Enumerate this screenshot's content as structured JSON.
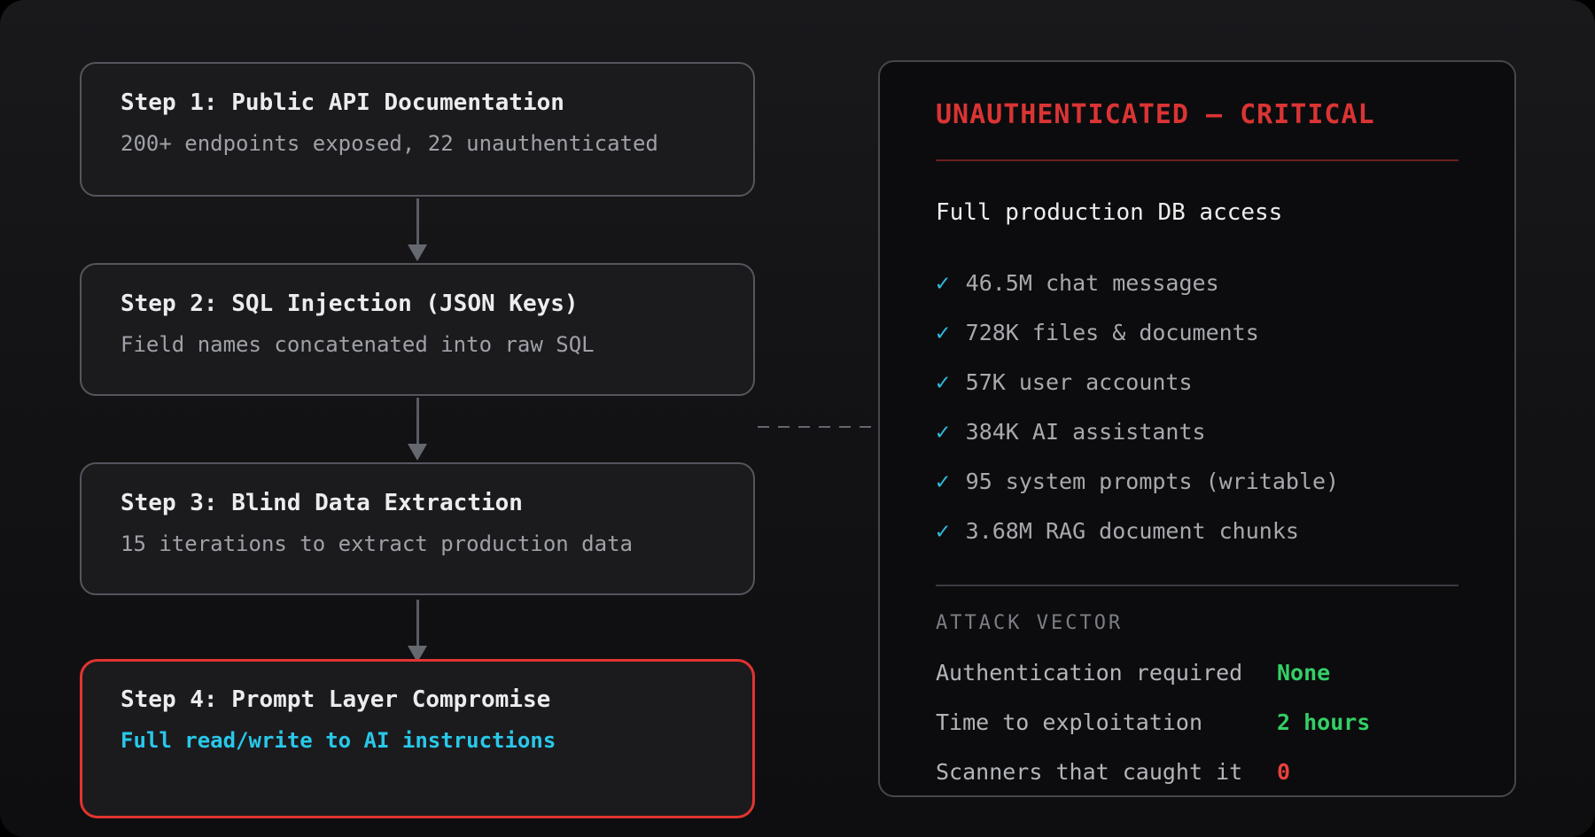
{
  "colors": {
    "accent-red": "#e23430",
    "title-red": "#da3434",
    "cyan": "#29c8ea",
    "check-cyan": "#2fbbdd",
    "green": "#34cf66",
    "value-red": "#e8413d"
  },
  "flow": {
    "steps": [
      {
        "title": "Step 1: Public API Documentation",
        "subtitle": "200+ endpoints exposed, 22 unauthenticated"
      },
      {
        "title": "Step 2: SQL Injection (JSON Keys)",
        "subtitle": "Field names concatenated into raw SQL"
      },
      {
        "title": "Step 3: Blind Data Extraction",
        "subtitle": "15 iterations to extract production data"
      },
      {
        "title": "Step 4: Prompt Layer Compromise",
        "subtitle": "Full read/write to AI instructions"
      }
    ]
  },
  "panel": {
    "title": "UNAUTHENTICATED — CRITICAL",
    "heading": "Full production DB access",
    "check_glyph": "✓",
    "checklist": [
      "46.5M chat messages",
      "728K files & documents",
      "57K user accounts",
      "384K AI assistants",
      "95 system prompts (writable)",
      "3.68M RAG document chunks"
    ],
    "section_label": "ATTACK VECTOR",
    "stats": [
      {
        "label": "Authentication required",
        "value": "None",
        "color": "green"
      },
      {
        "label": "Time to exploitation",
        "value": "2 hours",
        "color": "green"
      },
      {
        "label": "Scanners that caught it",
        "value": "0",
        "color": "red"
      }
    ]
  }
}
